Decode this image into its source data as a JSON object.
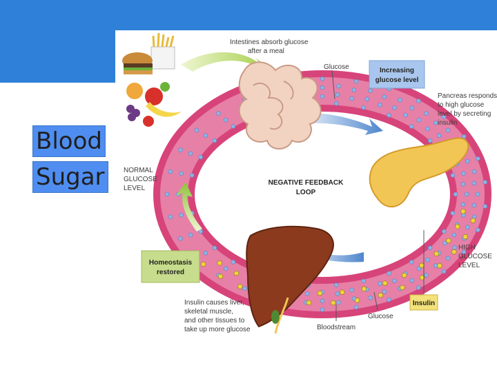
{
  "slide": {
    "title_line1": "Blood",
    "title_line2": "Sugar"
  },
  "diagram": {
    "center_line1": "NEGATIVE FEEDBACK",
    "center_line2": "LOOP",
    "labels": {
      "intestines_1": "Intestines absorb glucose",
      "intestines_2": "after a meal",
      "glucose_top": "Glucose",
      "increasing_1": "Increasing",
      "increasing_2": "glucose level",
      "pancreas_1": "Pancreas responds",
      "pancreas_2": "to high glucose",
      "pancreas_3": "level by secreting",
      "pancreas_4": "insulin",
      "normal_1": "NORMAL",
      "normal_2": "GLUCOSE",
      "normal_3": "LEVEL",
      "high_1": "HIGH",
      "high_2": "GLUCOSE",
      "high_3": "LEVEL",
      "homeostasis_1": "Homeostasis",
      "homeostasis_2": "restored",
      "insulin": "Insulin",
      "liver_1": "Insulin causes liver,",
      "liver_2": "skeletal muscle,",
      "liver_3": "and other tissues to",
      "liver_4": "take up more glucose",
      "glucose_bottom": "Glucose",
      "bloodstream": "Bloodstream"
    }
  },
  "colors": {
    "top_band": "#2f80d8",
    "title_box": "#4f8ef0",
    "ring": "#d7447a",
    "increasing_box": "#a9c7ee",
    "homeostasis_box": "#c7dc8c",
    "insulin_box": "#f3e27a",
    "liver": "#8b3a1e",
    "pancreas": "#f2c655",
    "intestine": "#f2d3c2"
  }
}
